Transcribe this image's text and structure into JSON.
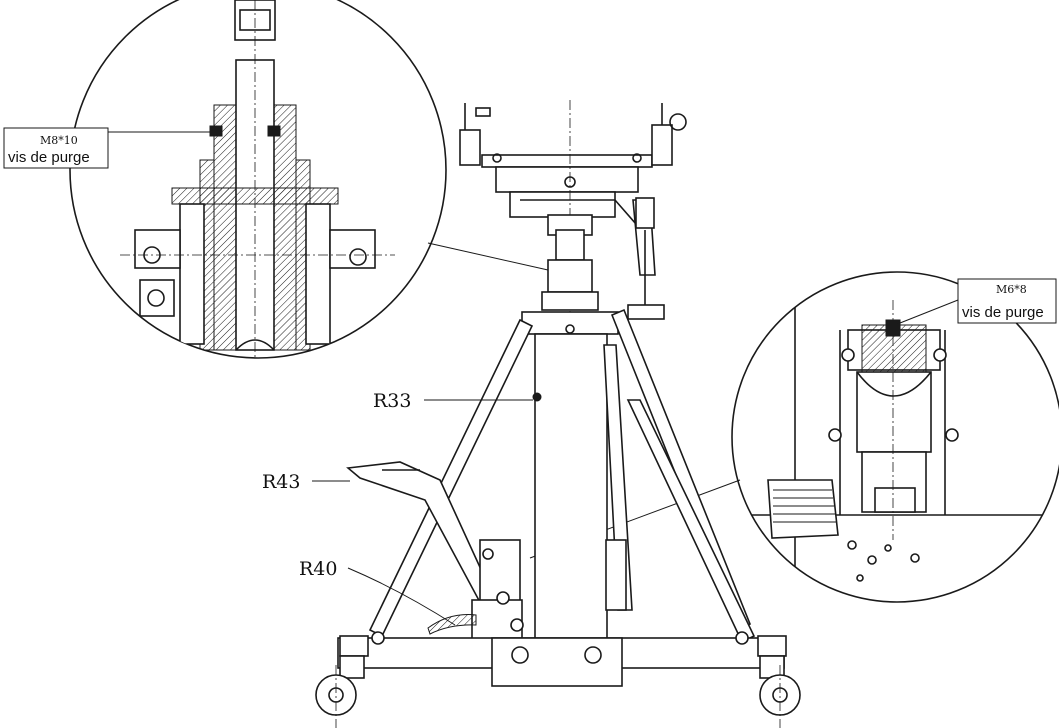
{
  "labels": {
    "r33": "R33",
    "r43": "R43",
    "r40": "R40"
  },
  "callouts": {
    "top_left": {
      "spec": "M8*10",
      "text": "vis de purge"
    },
    "right": {
      "spec": "M6*8",
      "text": "vis de purge"
    }
  },
  "icons": {
    "caster": "wheel-icon"
  }
}
